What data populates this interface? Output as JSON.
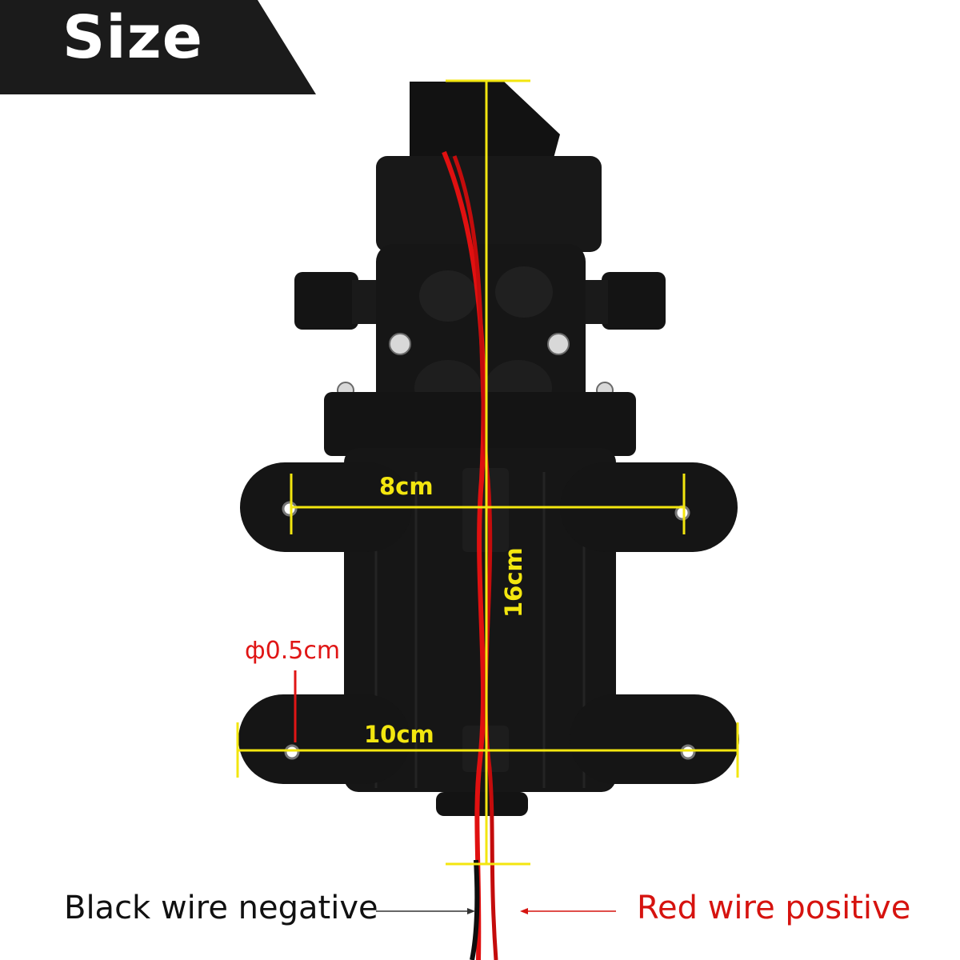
{
  "banner": {
    "title": "Size"
  },
  "dimensions": {
    "height_label": "16cm",
    "top_mount_width_label": "8cm",
    "bottom_mount_width_label": "10cm",
    "hole_diameter_label": "ф0.5cm"
  },
  "wires": {
    "black_label": "Black wire negative",
    "red_label": "Red wire positive"
  },
  "colors": {
    "banner_bg": "#1b1b1b",
    "dimension_line": "#f3e60f",
    "hole_annotation": "#e01515",
    "red_caption": "#d6130f",
    "pump_body": "#151515",
    "red_wire": "#e01010"
  }
}
